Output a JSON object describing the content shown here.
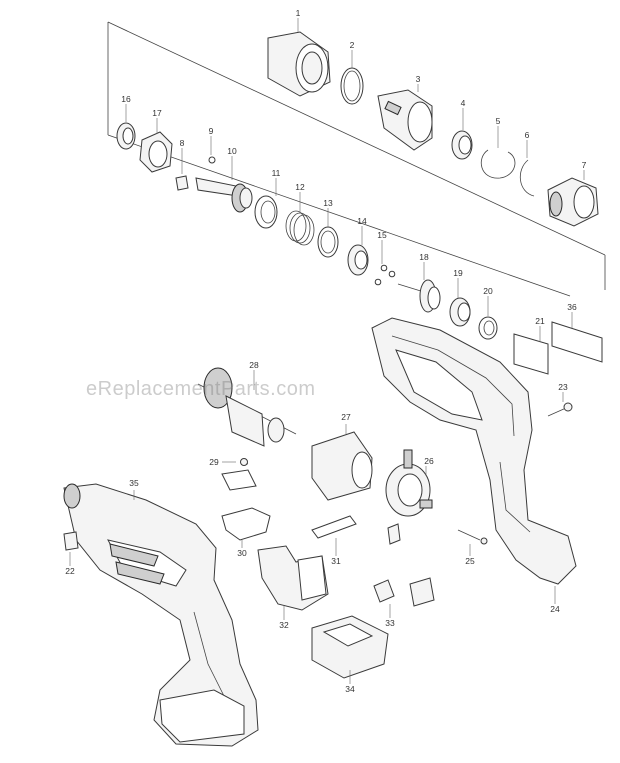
{
  "watermark": "eReplacementParts.com",
  "labels": {
    "p1": "1",
    "p2": "2",
    "p3": "3",
    "p4": "4",
    "p5": "5",
    "p6": "6",
    "p7": "7",
    "p8": "8",
    "p9": "9",
    "p10": "10",
    "p11": "11",
    "p12": "12",
    "p13": "13",
    "p14": "14",
    "p15": "15",
    "p16": "16",
    "p17": "17",
    "p18": "18",
    "p19": "19",
    "p20": "20",
    "p21": "21",
    "p22": "22",
    "p23": "23",
    "p24": "24",
    "p25": "25",
    "p26": "26",
    "p27": "27",
    "p28": "28",
    "p29": "29",
    "p30": "30",
    "p31": "31",
    "p32": "32",
    "p33": "33",
    "p34": "34",
    "p35": "35",
    "p36": "36"
  }
}
